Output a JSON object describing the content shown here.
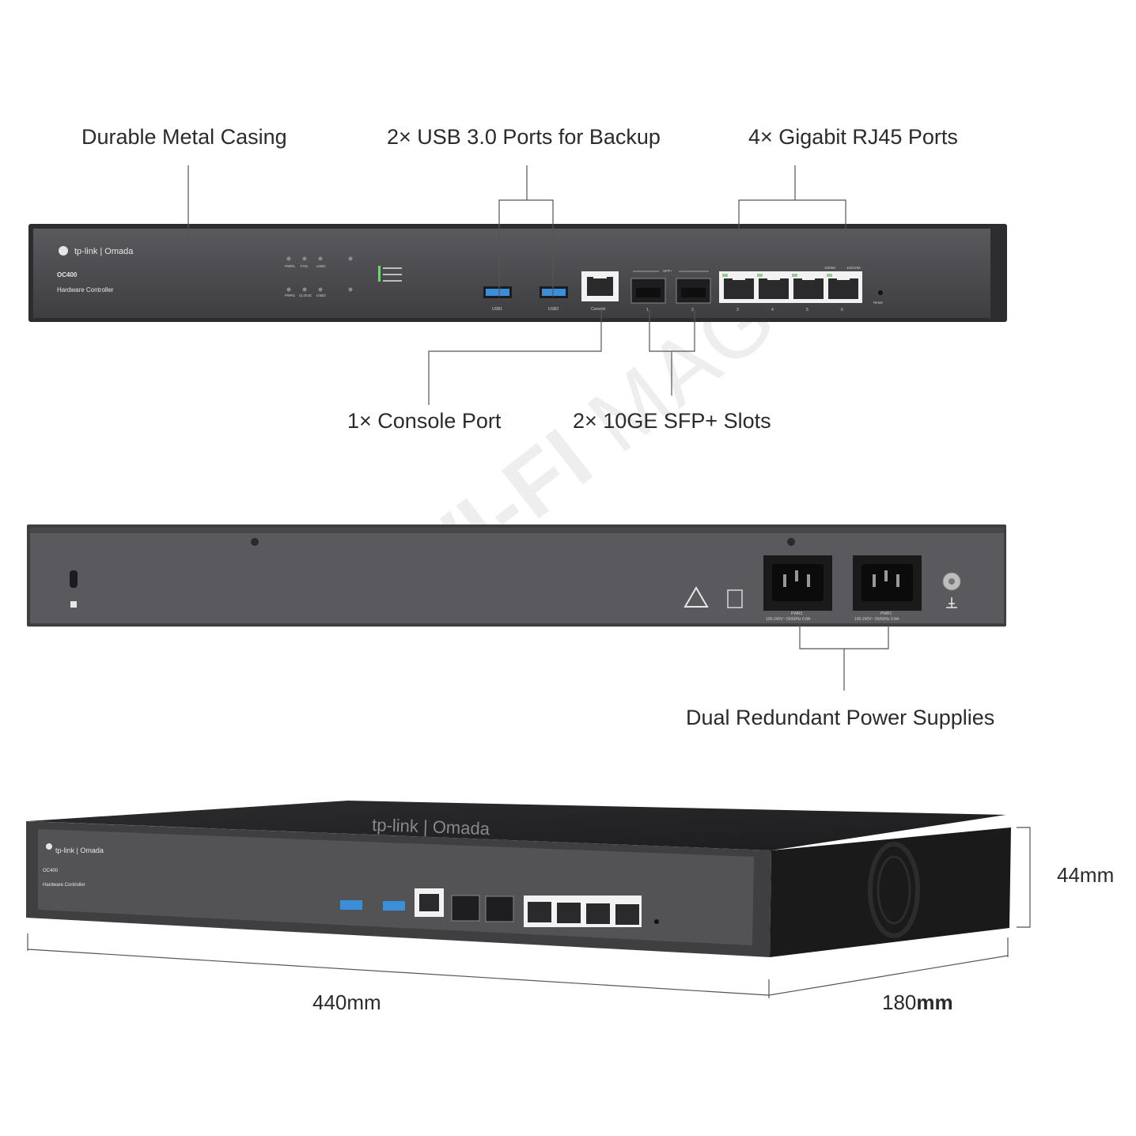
{
  "callouts": {
    "casing": "Durable Metal Casing",
    "usb": "2× USB 3.0 Ports for Backup",
    "rj45": "4× Gigabit RJ45 Ports",
    "console": "1× Console Port",
    "sfp": "2× 10GE SFP+ Slots",
    "power": "Dual Redundant Power Supplies"
  },
  "dimensions": {
    "height": "44mm",
    "width": "440mm",
    "depth_num": "180",
    "depth_unit": "mm"
  },
  "device": {
    "brand": "tp-link | Omada",
    "model": "OC400",
    "subtitle": "Hardware Controller",
    "led_labels_row1": [
      "PWR1",
      "FAN",
      "USB1"
    ],
    "led_labels_row2": [
      "PWR2",
      "CLOUD",
      "USB2"
    ],
    "port_labels": [
      "USB1",
      "USB2",
      "Console",
      "1",
      "2",
      "3",
      "4",
      "5",
      "6"
    ],
    "sfp_label": "SFP+",
    "speed_labels": [
      "1000M",
      "100/10M"
    ],
    "reset_label": "Reset",
    "psu_labels": [
      "PWR2",
      "PWR1"
    ],
    "psu_rating": "100-240V~ 50/60Hz 0.8A"
  },
  "watermark": {
    "bold": "WI-FI",
    "thin": "MAG"
  },
  "colors": {
    "chassis": "#4a4a4d",
    "chassis_dark": "#2f2f31",
    "usb_blue": "#3a8fd8",
    "port_bg": "#f2f2f2"
  }
}
